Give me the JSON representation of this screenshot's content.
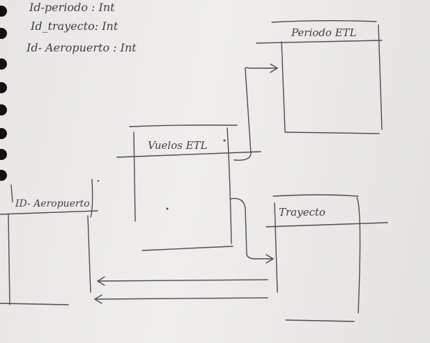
{
  "notes": {
    "line1": "Id-periodo : Int",
    "line2": "Id_trayecto: Int",
    "line3": "Id- Aeropuerto : Int"
  },
  "entities": {
    "periodo": {
      "title": "Periodo ETL"
    },
    "vuelos": {
      "title": "Vuelos ETL"
    },
    "aeropuerto": {
      "title": "ID- Aeropuerto"
    },
    "trayecto": {
      "title": "Trayecto"
    }
  },
  "colors": {
    "paper": "#e9e8e6",
    "ink": "#4a4a52",
    "holes": "#111111"
  }
}
